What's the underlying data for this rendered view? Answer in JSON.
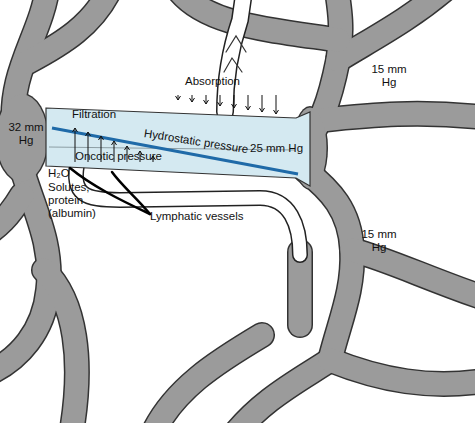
{
  "diagram": {
    "nodes": [
      {
        "text": [
          "Filtration",
          "Hydrostatic pressure",
          "25 mm Hg",
          "Oncotic pressure"
        ]
      }
    ],
    "labels": [
      "Absorption",
      "32 mm Hg",
      "15 mm Hg",
      "H₂O",
      "Solutes, protein (albumin)",
      "Lymphatic vessels",
      "15 mm Hg"
    ]
  }
}
